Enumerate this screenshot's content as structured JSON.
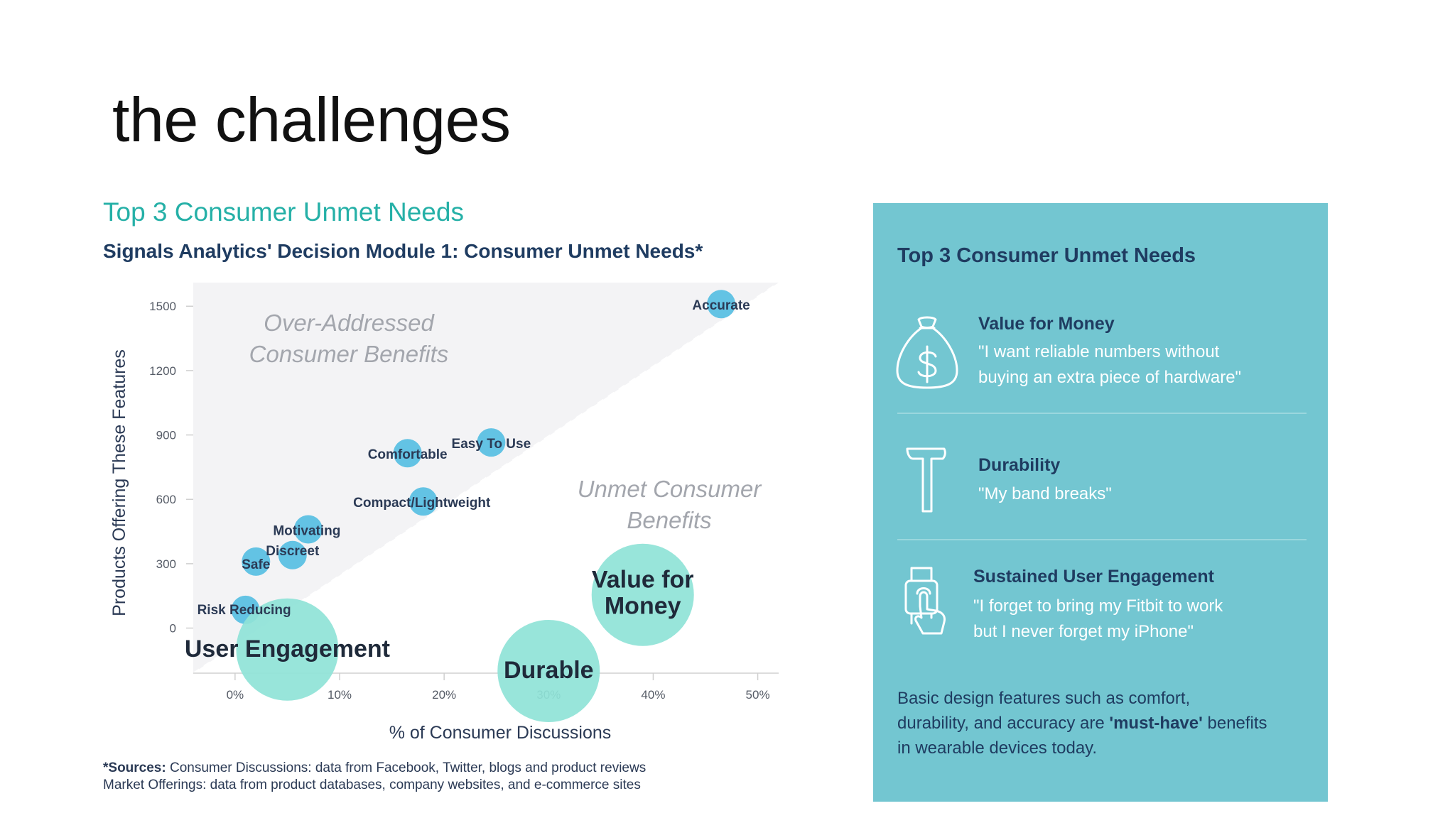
{
  "slide": {
    "title": "the challenges"
  },
  "chart_heading": "Top 3 Consumer Unmet Needs",
  "chart_subheading": "Signals Analytics' Decision Module 1: Consumer Unmet Needs*",
  "chart_data": {
    "type": "scatter",
    "title": "Signals Analytics' Decision Module 1: Consumer Unmet Needs*",
    "xlabel": "% of Consumer Discussions",
    "ylabel": "Products Offering These Features",
    "x_ticks": [
      "0%",
      "10%",
      "20%",
      "30%",
      "40%",
      "50%"
    ],
    "x_tick_values": [
      0,
      10,
      20,
      30,
      40,
      50
    ],
    "y_ticks": [
      "0",
      "300",
      "600",
      "900",
      "1200",
      "1500"
    ],
    "y_tick_values": [
      0,
      300,
      600,
      900,
      1200,
      1500
    ],
    "xlim": [
      -4,
      52
    ],
    "ylim": [
      -210,
      1610
    ],
    "region_labels": [
      {
        "text": [
          "Over-Addressed",
          "Consumer Benefits"
        ]
      },
      {
        "text": [
          "Unmet Consumer",
          "Benefits"
        ]
      }
    ],
    "points": [
      {
        "label": "Accurate",
        "x": 46.5,
        "y": 1510,
        "size": "small"
      },
      {
        "label": "Easy To Use",
        "x": 24.5,
        "y": 865,
        "size": "small"
      },
      {
        "label": "Comfortable",
        "x": 16.5,
        "y": 815,
        "size": "small"
      },
      {
        "label": "Compact/Lightweight",
        "x": 18,
        "y": 590,
        "size": "small"
      },
      {
        "label": "Motivating",
        "x": 7,
        "y": 460,
        "size": "small"
      },
      {
        "label": "Discreet",
        "x": 5.5,
        "y": 340,
        "size": "small"
      },
      {
        "label": "Safe",
        "x": 2,
        "y": 310,
        "size": "small"
      },
      {
        "label": "Risk Reducing",
        "x": 1,
        "y": 85,
        "size": "small"
      },
      {
        "label": "User Engagement",
        "x": 5,
        "y": -100,
        "size": "large"
      },
      {
        "label": "Durable",
        "x": 30,
        "y": -200,
        "size": "large"
      },
      {
        "label": "Value for Money",
        "x": 39,
        "y": 155,
        "size": "large"
      }
    ],
    "colors": {
      "small": "#5bc0e3",
      "large": "#8fe3d7",
      "region": "#f3f3f5"
    }
  },
  "sources": {
    "label": "*Sources:",
    "line1": " Consumer Discussions: data from Facebook, Twitter, blogs and product reviews",
    "line2": "Market Offerings: data from product databases, company websites, and e-commerce sites"
  },
  "panel": {
    "title": "Top 3 Consumer Unmet Needs",
    "needs": [
      {
        "icon": "money-bag-icon",
        "title": "Value for Money",
        "quote1": "\"I want reliable numbers without",
        "quote2": "buying an extra piece of hardware\""
      },
      {
        "icon": "hammer-icon",
        "title": "Durability",
        "quote1": "\"My band breaks\""
      },
      {
        "icon": "wearable-touch-icon",
        "title": "Sustained User Engagement",
        "quote1": "\"I forget to bring my Fitbit to work",
        "quote2": "but I never forget my iPhone\""
      }
    ],
    "footer": {
      "line1": "Basic design features such as comfort,",
      "line2_a": "durability, and accuracy are ",
      "line2_b": "'must-have'",
      "line2_c": " benefits",
      "line3": "in wearable devices today."
    },
    "colors": {
      "background": "#73c6d1",
      "title": "#1f3c61",
      "quote": "#ffffff"
    }
  }
}
